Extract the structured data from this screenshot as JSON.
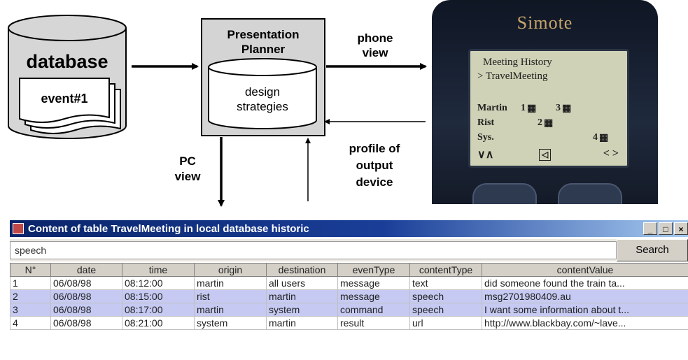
{
  "diagram": {
    "database_label": "database",
    "event_label": "event#1",
    "planner_line1": "Presentation",
    "planner_line2": "Planner",
    "strategies_line1": "design",
    "strategies_line2": "strategies",
    "phone_view_line1": "phone",
    "phone_view_line2": "view",
    "pc_view_line1": "PC",
    "pc_view_line2": "view",
    "profile_line1": "profile of",
    "profile_line2": "output",
    "profile_line3": "device"
  },
  "phone": {
    "brand": "Simote",
    "screen_title": "Meeting History",
    "screen_item": "> TravelMeeting",
    "rows": [
      {
        "name": "Martin",
        "a": "1",
        "b": "3"
      },
      {
        "name": "Rist",
        "a": "",
        "b": "2"
      },
      {
        "name": "Sys.",
        "a": "",
        "b": "4"
      }
    ],
    "nav_left": "∨∧",
    "nav_right": "< >"
  },
  "window": {
    "title": "Content of table TravelMeeting in local database historic",
    "search_value": "speech",
    "search_button": "Search",
    "columns": [
      "N°",
      "date",
      "time",
      "origin",
      "destination",
      "evenType",
      "contentType",
      "contentValue"
    ],
    "rows": [
      {
        "n": "1",
        "date": "06/08/98",
        "time": "08:12:00",
        "origin": "martin",
        "destination": "all users",
        "evenType": "message",
        "contentType": "text",
        "contentValue": "did someone found the train ta..."
      },
      {
        "n": "2",
        "date": "06/08/98",
        "time": "08:15:00",
        "origin": "rist",
        "destination": "martin",
        "evenType": "message",
        "contentType": "speech",
        "contentValue": "msg2701980409.au"
      },
      {
        "n": "3",
        "date": "06/08/98",
        "time": "08:17:00",
        "origin": "martin",
        "destination": "system",
        "evenType": "command",
        "contentType": "speech",
        "contentValue": "I want some information about t..."
      },
      {
        "n": "4",
        "date": "06/08/98",
        "time": "08:21:00",
        "origin": "system",
        "destination": "martin",
        "evenType": "result",
        "contentType": "url",
        "contentValue": "http://www.blackbay.com/~lave..."
      }
    ],
    "selected_rows": [
      2,
      3
    ]
  }
}
